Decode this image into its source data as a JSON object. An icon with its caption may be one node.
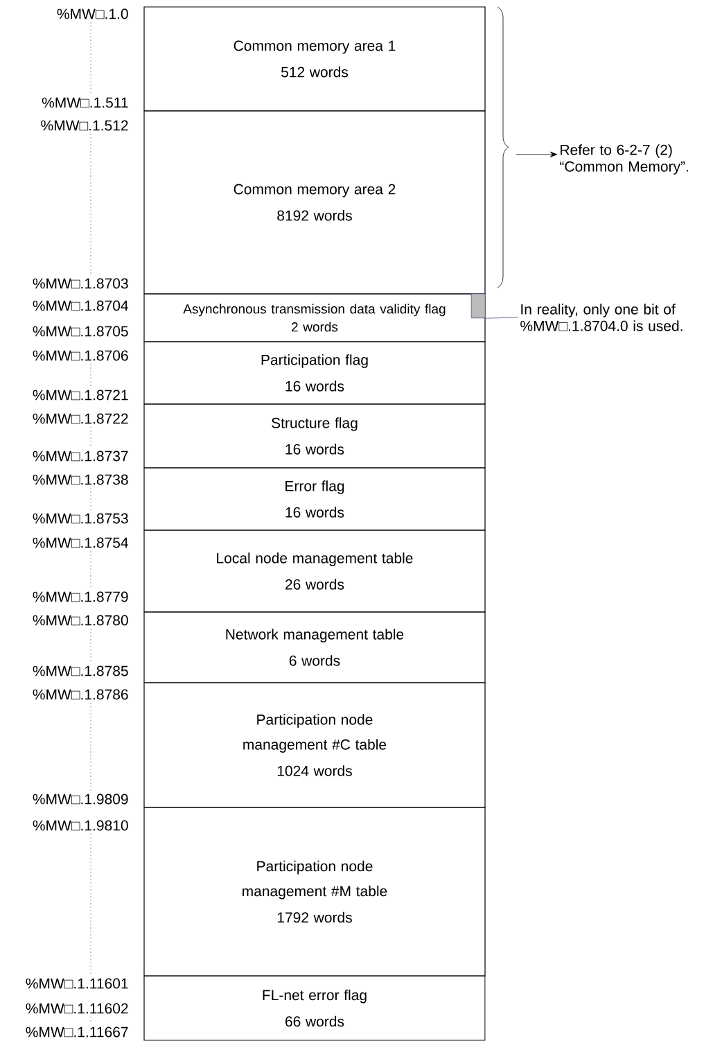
{
  "diagram": {
    "nodes": [
      {
        "text": [
          "Common memory area 1",
          "512 words"
        ]
      },
      {
        "text": [
          "Common memory area 2",
          "8192 words"
        ]
      },
      {
        "text": [
          "Asynchronous transmission data validity flag",
          "2 words"
        ]
      },
      {
        "text": [],
        "shape": "box",
        "in": 2
      },
      {
        "text": [
          "Participation flag",
          "16 words"
        ]
      },
      {
        "text": [
          "Structure flag",
          "16 words"
        ]
      },
      {
        "text": [
          "Error flag",
          "16 words"
        ]
      },
      {
        "text": [
          "Local node management table",
          "26 words"
        ]
      },
      {
        "text": [
          "Network management table",
          "6 words"
        ]
      },
      {
        "text": [
          "Participation node management #C table",
          "1024 words"
        ]
      },
      {
        "text": [
          "Participation node management #M table",
          "1792 words"
        ]
      },
      {
        "text": [
          "FL-net error flag",
          "66 words"
        ]
      },
      {
        "text": [
          "Refer to 6-2-7 (2) “Common Memory”."
        ]
      },
      {
        "text": [
          "In reality, only one bit of %MW□.1.8704.0 is used."
        ]
      }
    ],
    "edges": [
      {
        "from": null,
        "to": 12,
        "arrow": "to"
      },
      {
        "from": 13,
        "to": 3,
        "arrow": "none",
        "color": "#5a4a8a"
      }
    ],
    "labels": [
      "%MW□.1.0",
      "%MW□.1.511",
      "%MW□.1.512",
      "%MW□.1.8703",
      "%MW□.1.8704",
      "%MW□.1.8705",
      "%MW□.1.8706",
      "%MW□.1.8721",
      "%MW□.1.8722",
      "%MW□.1.8737",
      "%MW□.1.8738",
      "%MW□.1.8753",
      "%MW□.1.8754",
      "%MW□.1.8779",
      "%MW□.1.8780",
      "%MW□.1.8785",
      "%MW□.1.8786",
      "%MW□.1.9809",
      "%MW□.1.9810",
      "%MW□.1.11601",
      "%MW□.1.11602",
      "%MW□.1.11667"
    ]
  }
}
